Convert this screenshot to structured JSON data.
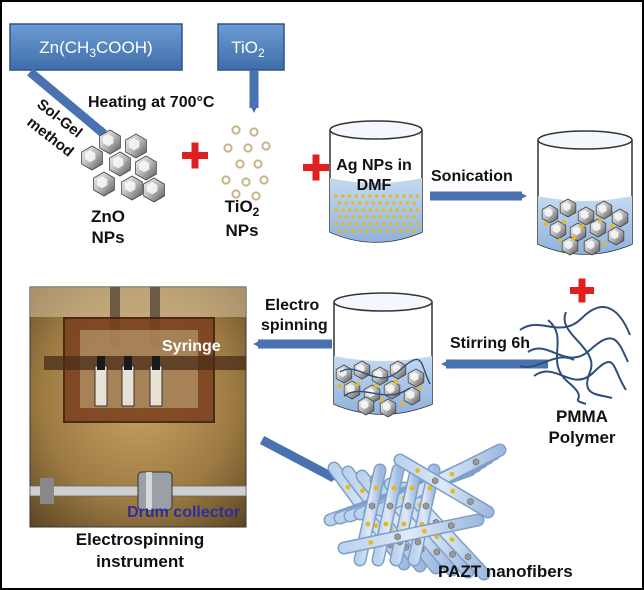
{
  "reactants": {
    "zinc_acetate": "Zn(CH",
    "zinc_acetate_sub": "3",
    "zinc_acetate_tail": "COOH)",
    "tio2_box": "TiO",
    "tio2_box_sub": "2"
  },
  "steps": {
    "sol_gel_line1": "Sol-Gel",
    "sol_gel_line2": "method",
    "heating": "Heating at 700°C",
    "sonication": "Sonication",
    "stirring": "Stirring 6h",
    "electro_line1": "Electro",
    "electro_line2": "spinning"
  },
  "products": {
    "zno_line1": "ZnO",
    "zno_line2": "NPs",
    "tio2_line1": "TiO",
    "tio2_line1_sub": "2",
    "tio2_line2": "NPs",
    "ag_line1": "Ag NPs in",
    "ag_line2": "DMF",
    "pmma_line1": "PMMA",
    "pmma_line2": "Polymer",
    "nanofibers": "PAZT nanofibers"
  },
  "instrument": {
    "syringe": "Syringe",
    "drum_collector": "Drum collector",
    "caption_line1": "Electrospinning",
    "caption_line2": "instrument"
  },
  "colors": {
    "arrow": "#4a72b0",
    "box_fill": "#4f81bd",
    "plus": "#e02020",
    "liquid": "#a9c6e8",
    "ag_dot": "#e8b81c",
    "drum_label": "#2e2e9e"
  }
}
